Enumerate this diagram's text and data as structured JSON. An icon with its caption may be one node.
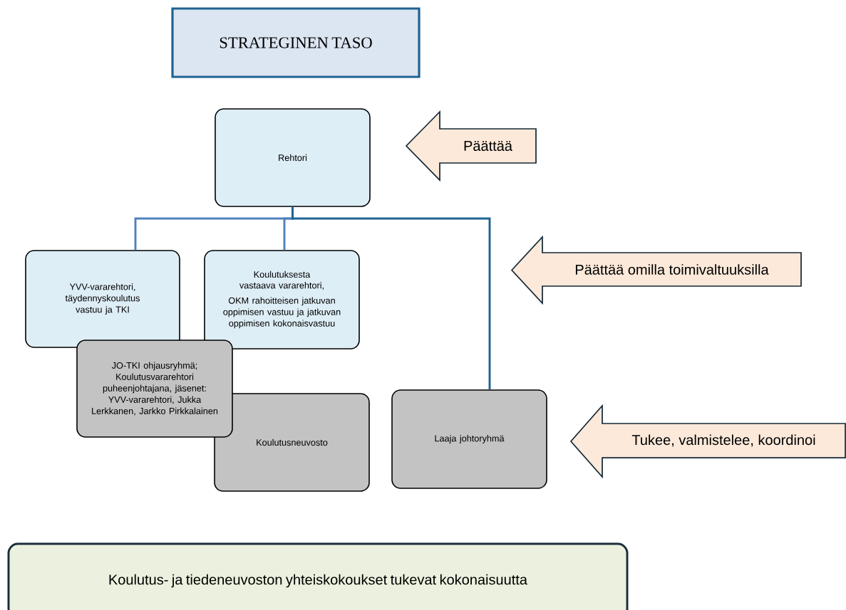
{
  "diagram": {
    "nodes": [
      {
        "text": [
          "STRATEGINEN TASO"
        ]
      },
      {
        "text": [
          "Rehtori"
        ]
      },
      {
        "text": [
          "Päättää"
        ]
      },
      {
        "text": [
          "YVV-vararehtori, täydennyskoulutus vastuu ja TKI"
        ]
      },
      {
        "text": [
          "Koulutuksesta vastaava vararehtori,",
          "OKM rahoitteisen jatkuvan oppimisen vastuu ja jatkuvan oppimisen kokonaisvastuu"
        ]
      },
      {
        "text": [
          "Päättää omilla toimivaltuuksilla"
        ]
      },
      {
        "text": [
          "JO-TKI ohjausryhmä; Koulutusvararehtori puheenjohtajana, jäsenet: YVV-vararehtori, Jukka Lerkkanen, Jarkko Pirkkalainen"
        ]
      },
      {
        "text": [
          "Koulutusneuvosto"
        ]
      },
      {
        "text": [
          "Laaja johtoryhmä"
        ]
      },
      {
        "text": [
          "Tukee, valmistelee, koordinoi"
        ]
      },
      {
        "text": [
          "Koulutus- ja tiedeneuvoston yhteiskokoukset tukevat kokonaisuutta"
        ]
      }
    ],
    "edges": [
      {
        "from": 1,
        "to": 3,
        "arrow": "none"
      },
      {
        "from": 1,
        "to": 4,
        "arrow": "none"
      },
      {
        "from": 1,
        "to": 8,
        "arrow": "none",
        "color": "#1f6391"
      }
    ]
  }
}
